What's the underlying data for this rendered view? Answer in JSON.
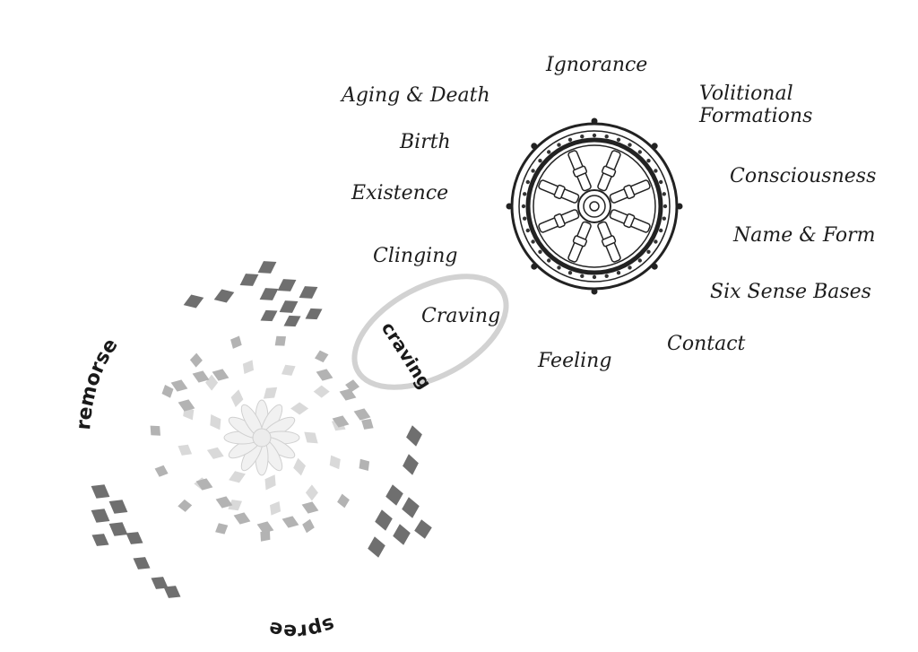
{
  "wheel_links": {
    "ignorance": "Ignorance",
    "volitional_1": "Volitional",
    "volitional_2": "Formations",
    "consciousness": "Consciousness",
    "name_form": "Name & Form",
    "six_sense": "Six Sense Bases",
    "contact": "Contact",
    "feeling": "Feeling",
    "craving": "Craving",
    "clinging": "Clinging",
    "existence": "Existence",
    "birth": "Birth",
    "aging_death": "Aging & Death"
  },
  "spiral_words": {
    "craving": "craving",
    "remorse": "remorse",
    "spree": "spree"
  },
  "colors": {
    "dark_tile": "#6f6f6f",
    "mid_tile": "#b3b3b3",
    "light_tile": "#d9d9d9",
    "ring": "#d0d0d0",
    "ink": "#1d1d1d"
  },
  "icons": {
    "wheel": "dharma-wheel-icon",
    "lotus": "lotus-icon"
  }
}
